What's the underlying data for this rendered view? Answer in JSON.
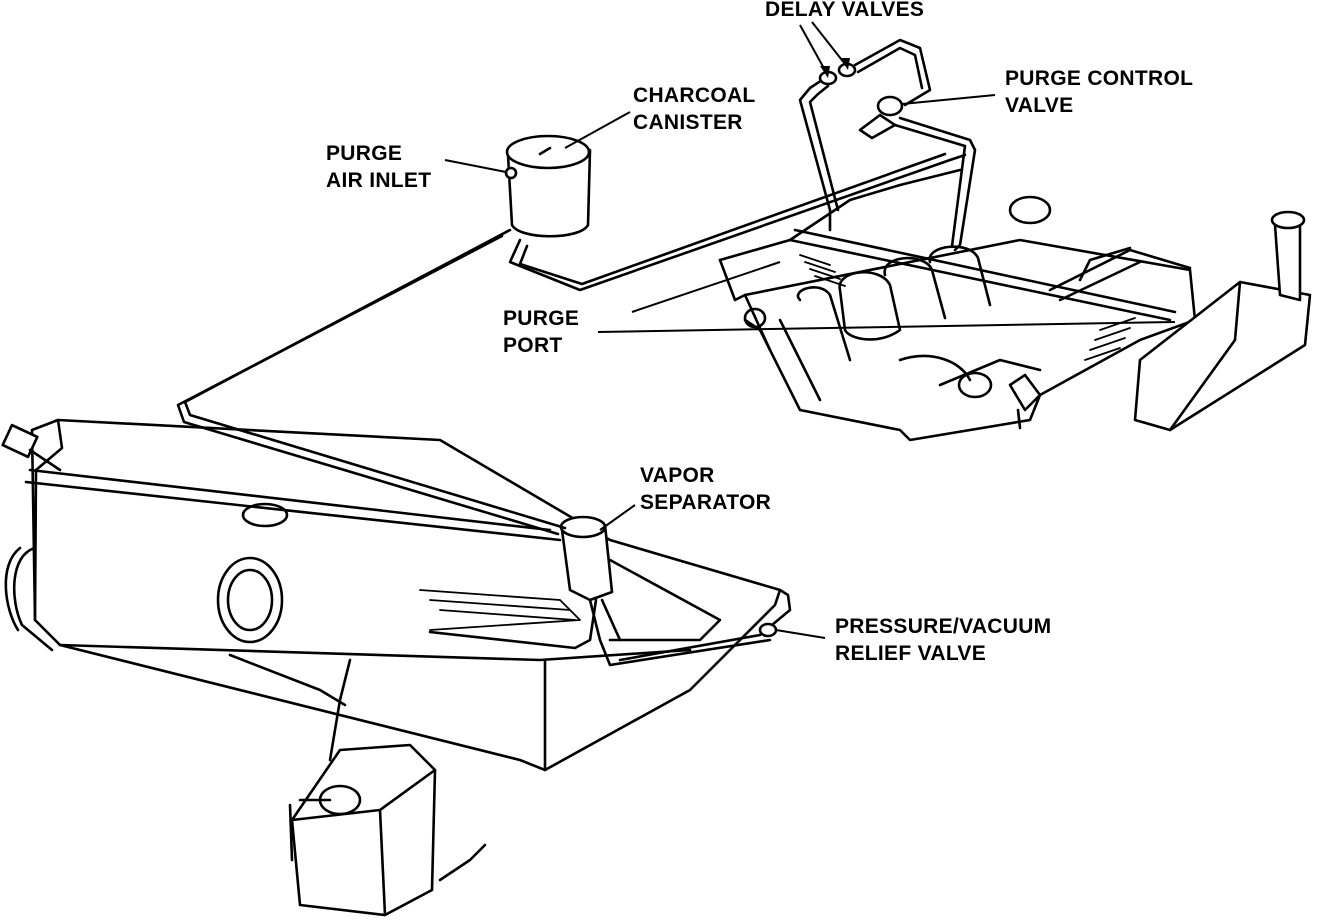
{
  "labels": {
    "delay_valves": "DELAY VALVES",
    "charcoal_canister": [
      "CHARCOAL",
      "CANISTER"
    ],
    "purge_control_valve": [
      "PURGE CONTROL",
      "VALVE"
    ],
    "purge_air_inlet": [
      "PURGE",
      "AIR INLET"
    ],
    "purge_port": [
      "PURGE",
      "PORT"
    ],
    "vapor_separator": [
      "VAPOR",
      "SEPARATOR"
    ],
    "pressure_vacuum_relief_valve": [
      "PRESSURE/VACUUM",
      "RELIEF VALVE"
    ]
  }
}
